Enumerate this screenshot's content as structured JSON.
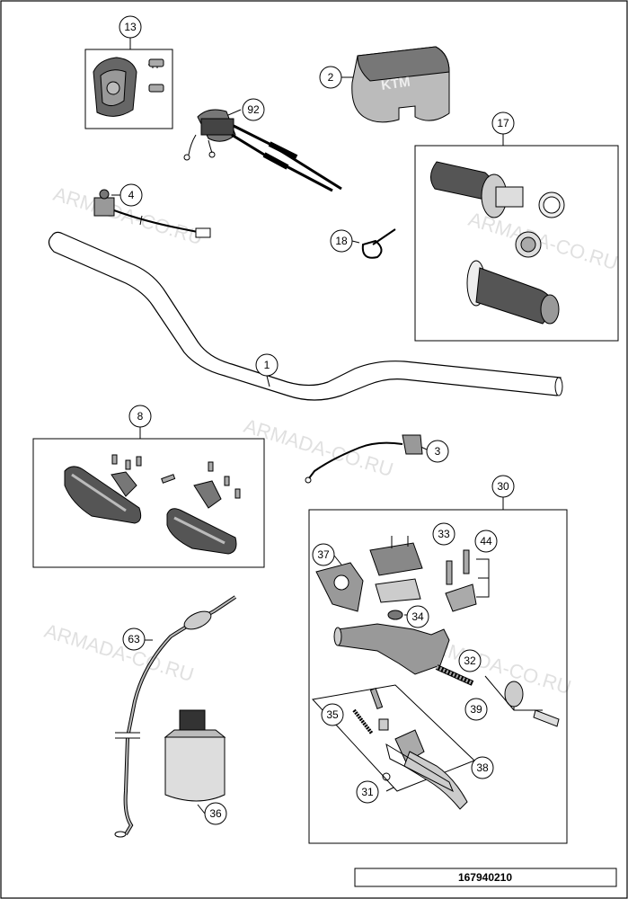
{
  "watermark": "ARMADA-CO.RU",
  "reference_number": "167940210",
  "callouts": {
    "c13": "13",
    "c2": "2",
    "c92": "92",
    "c17": "17",
    "c4": "4",
    "c18": "18",
    "c1": "1",
    "c8": "8",
    "c3": "3",
    "c30": "30",
    "c33": "33",
    "c44": "44",
    "c37": "37",
    "c34": "34",
    "c32": "32",
    "c63": "63",
    "c35": "35",
    "c39": "39",
    "c38": "38",
    "c31": "31",
    "c36": "36"
  },
  "grip_logo": "KTM"
}
